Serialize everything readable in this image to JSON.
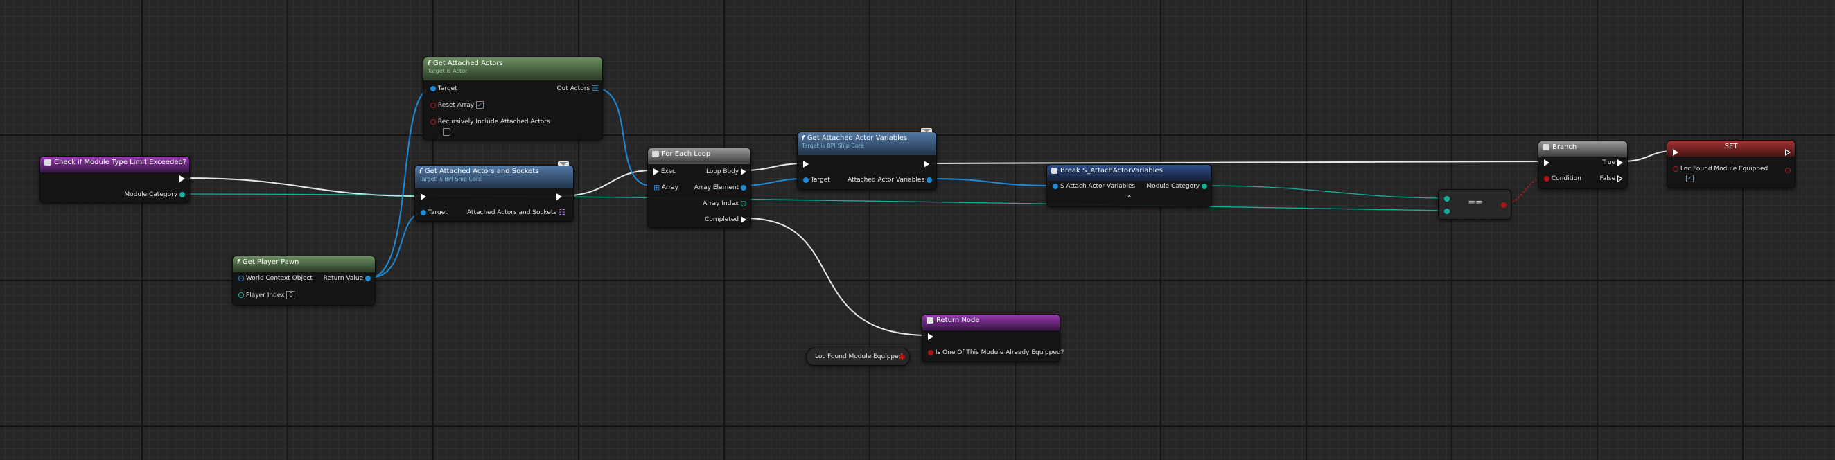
{
  "nodes": {
    "check": {
      "title": "Check if Module Type Limit Exceeded?",
      "pin_module_category": "Module Category"
    },
    "get_attached_actors": {
      "title": "Get Attached Actors",
      "subtitle": "Target is Actor",
      "pin_target": "Target",
      "pin_reset_array": "Reset Array",
      "pin_recursive": "Recursively Include Attached Actors",
      "pin_out_actors": "Out Actors"
    },
    "get_attached_sockets": {
      "title": "Get Attached Actors and Sockets",
      "subtitle": "Target is BPI Ship Core",
      "pin_target": "Target",
      "pin_out": "Attached Actors and Sockets"
    },
    "get_player_pawn": {
      "title": "Get Player Pawn",
      "pin_world": "World Context Object",
      "pin_index": "Player Index",
      "player_index_value": "0",
      "pin_return": "Return Value"
    },
    "for_each": {
      "title": "For Each Loop",
      "pin_exec": "Exec",
      "pin_array": "Array",
      "pin_loop_body": "Loop Body",
      "pin_array_element": "Array Element",
      "pin_array_index": "Array Index",
      "pin_completed": "Completed"
    },
    "get_vars": {
      "title": "Get Attached Actor Variables",
      "subtitle": "Target is BPI Ship Core",
      "pin_target": "Target",
      "pin_out": "Attached Actor Variables"
    },
    "break_struct": {
      "title": "Break S_AttachActorVariables",
      "pin_in": "S Attach Actor Variables",
      "pin_out": "Module Category",
      "expand": "⌃"
    },
    "equals": {
      "title": "=="
    },
    "branch": {
      "title": "Branch",
      "pin_condition": "Condition",
      "pin_true": "True",
      "pin_false": "False"
    },
    "set": {
      "title": "SET",
      "pin_var": "Loc Found Module Equipped"
    },
    "return_node": {
      "title": "Return Node",
      "pin_out": "Is One Of This Module Already Equipped?"
    },
    "loc_var": {
      "label": "Loc Found Module Equipped"
    }
  },
  "colors": {
    "exec": "#ffffff",
    "object": "#1f8ad6",
    "byte": "#0fb39c",
    "bool": "#a01c1c"
  }
}
